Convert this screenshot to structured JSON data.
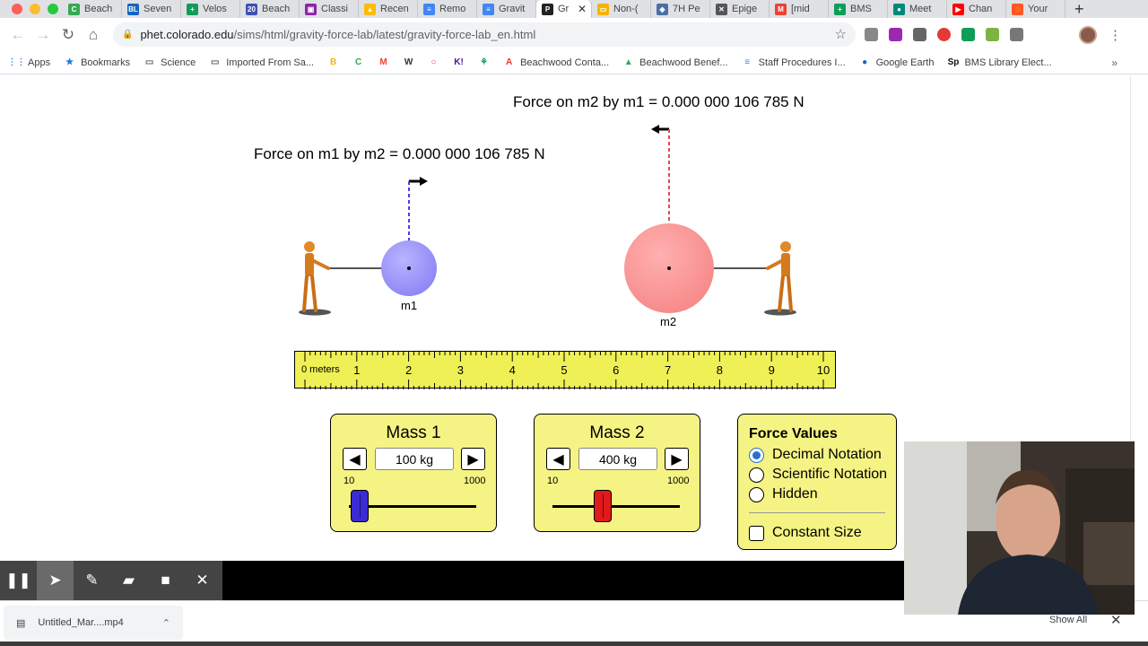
{
  "browser": {
    "tabs": [
      {
        "label": "Beach",
        "fav": "C",
        "color": "#34a853"
      },
      {
        "label": "Seven",
        "fav": "BL",
        "color": "#1565c0"
      },
      {
        "label": "Velos",
        "fav": "+",
        "color": "#0f9d58"
      },
      {
        "label": "Beach",
        "fav": "20",
        "color": "#3f51b5"
      },
      {
        "label": "Classi",
        "fav": "▣",
        "color": "#8e24aa"
      },
      {
        "label": "Recen",
        "fav": "▲",
        "color": "#fbbc04"
      },
      {
        "label": "Remo",
        "fav": "≡",
        "color": "#4285f4"
      },
      {
        "label": "Gravit",
        "fav": "≡",
        "color": "#4285f4"
      },
      {
        "label": "Gr",
        "fav": "P",
        "color": "#222222",
        "active": true
      },
      {
        "label": "Non-(",
        "fav": "▭",
        "color": "#f4b400"
      },
      {
        "label": "7H Pe",
        "fav": "◈",
        "color": "#4a6fa5"
      },
      {
        "label": "Epige",
        "fav": "✕",
        "color": "#555555"
      },
      {
        "label": "[mid",
        "fav": "M",
        "color": "#ea4335"
      },
      {
        "label": "BMS",
        "fav": "+",
        "color": "#0f9d58"
      },
      {
        "label": "Meet",
        "fav": "●",
        "color": "#00897b"
      },
      {
        "label": "Chan",
        "fav": "▶",
        "color": "#ff0000"
      },
      {
        "label": "Your",
        "fav": "◌",
        "color": "#ff5722"
      }
    ],
    "url_host": "phet.colorado.edu",
    "url_path": "/sims/html/gravity-force-lab/latest/gravity-force-lab_en.html",
    "bookmarks": [
      {
        "label": "Apps",
        "icon": "apps-icon"
      },
      {
        "label": "Bookmarks",
        "icon": "star-icon"
      },
      {
        "label": "Science",
        "icon": "folder-icon"
      },
      {
        "label": "Imported From Sa...",
        "icon": "folder-icon"
      },
      {
        "label": "",
        "icon": "b-icon"
      },
      {
        "label": "",
        "icon": "c-icon"
      },
      {
        "label": "",
        "icon": "gmail-icon"
      },
      {
        "label": "",
        "icon": "w-icon"
      },
      {
        "label": "",
        "icon": "circle-icon"
      },
      {
        "label": "",
        "icon": "kahoot-icon"
      },
      {
        "label": "",
        "icon": "person-icon"
      },
      {
        "label": "Beachwood Conta...",
        "icon": "a-icon"
      },
      {
        "label": "Beachwood Benef...",
        "icon": "drive-icon"
      },
      {
        "label": "Staff Procedures I...",
        "icon": "docs-icon"
      },
      {
        "label": "Google Earth",
        "icon": "earth-icon"
      },
      {
        "label": "BMS Library Elect...",
        "icon": "sp-icon"
      }
    ]
  },
  "sim": {
    "force_m2": "Force on m2 by m1 = 0.000 000 106 785 N",
    "force_m1": "Force on m1 by m2 = 0.000 000 106 785 N",
    "m1_label": "m1",
    "m2_label": "m2",
    "ruler": {
      "unit_label": "0 meters",
      "ticks": [
        "1",
        "2",
        "3",
        "4",
        "5",
        "6",
        "7",
        "8",
        "9",
        "10"
      ],
      "m1_position_m": 2.0,
      "m2_position_m": 7.0
    },
    "mass1": {
      "title": "Mass 1",
      "value": "100 kg",
      "min": "10",
      "max": "1000",
      "value_kg": 100,
      "color": "#3a2bd6"
    },
    "mass2": {
      "title": "Mass 2",
      "value": "400 kg",
      "min": "10",
      "max": "1000",
      "value_kg": 400,
      "color": "#e01a1a"
    },
    "force_values": {
      "title": "Force Values",
      "options": [
        "Decimal Notation",
        "Scientific Notation",
        "Hidden"
      ],
      "selected": "Decimal Notation",
      "constant_size": "Constant Size"
    }
  },
  "recorder": {
    "tools": [
      "pause-icon",
      "pointer-icon",
      "pen-icon",
      "eraser-icon",
      "camera-icon",
      "close-icon"
    ]
  },
  "downloads": {
    "file": "Untitled_Mar....mp4",
    "show_all": "Show All"
  }
}
